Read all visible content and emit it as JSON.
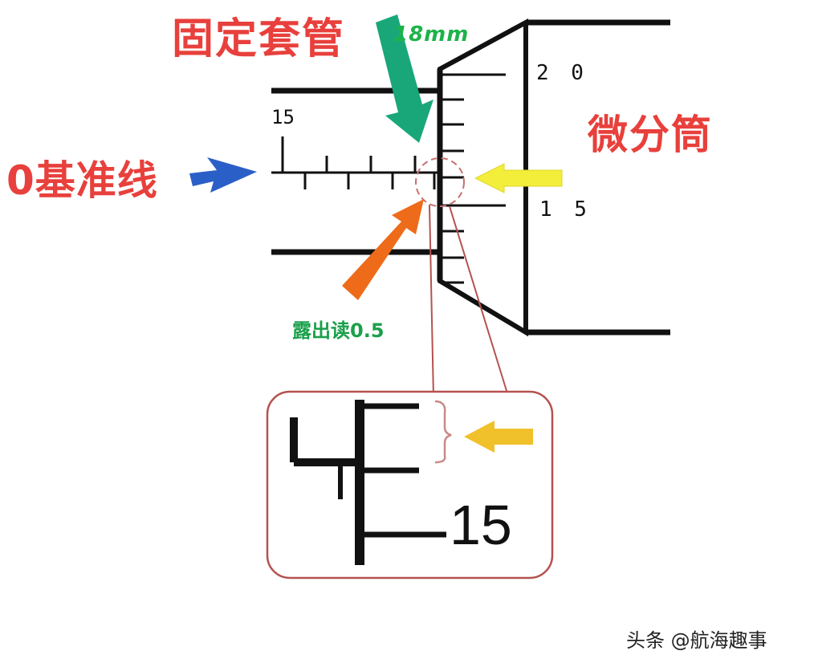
{
  "labels": {
    "fixed_sleeve": "固定套管",
    "sleeve_mm": "18mm",
    "thimble": "微分筒",
    "zero_line": "0基准线",
    "exposed_reading": "露出读0.5"
  },
  "scale_numbers": {
    "sleeve": "15",
    "thimble_upper": "2 0",
    "thimble_lower": "1 5",
    "inset": "15"
  },
  "watermark": "头条 @航海趣事",
  "colors": {
    "red_label": "#e8403c",
    "green_label": "#1db34a",
    "green_arrow": "#19a77a",
    "blue_arrow": "#2b5fc8",
    "orange_arrow": "#ee6b1a",
    "yellow_arrow": "#f2ee3a",
    "inset_arrow": "#f0c12a",
    "inset_border": "#b5524f"
  }
}
